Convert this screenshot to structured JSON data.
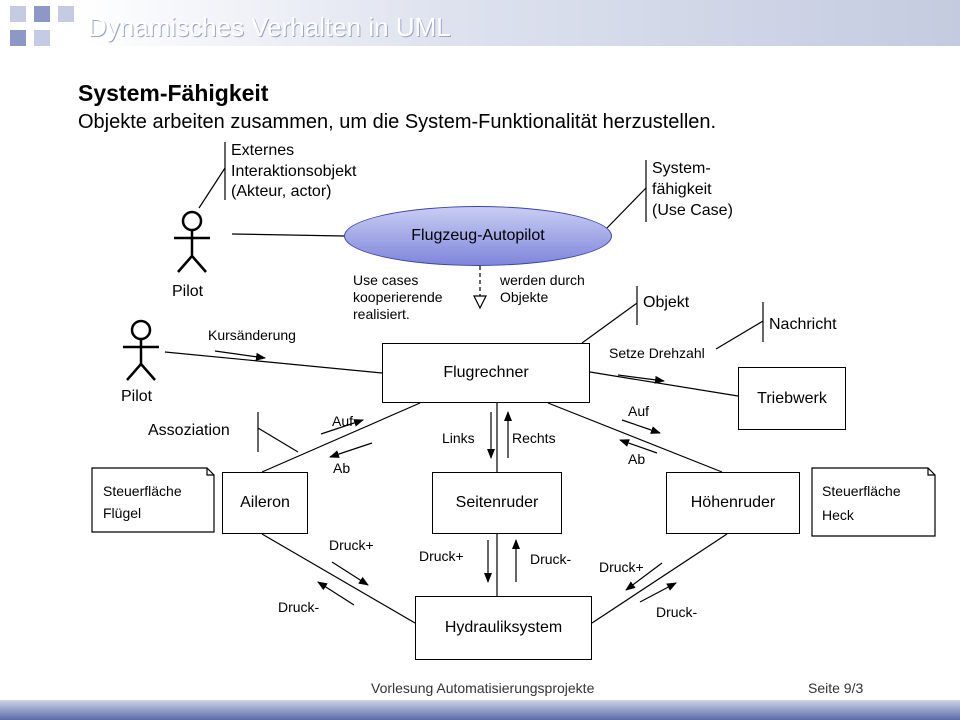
{
  "slide": {
    "title": "Dynamisches Verhalten in UML",
    "heading": "System-Fähigkeit",
    "subtitle": "Objekte arbeiten zusammen, um die System-Funktionalität herzustellen."
  },
  "actor_note": {
    "line1": "Externes",
    "line2": "Interaktionsobjekt",
    "line3": "(Akteur, actor)"
  },
  "usecase_note": {
    "line1": "System-",
    "line2": "fähigkeit",
    "line3": "(Use Case)"
  },
  "usecase": {
    "label": "Flugzeug-Autopilot"
  },
  "actors": {
    "top": "Pilot",
    "bottom": "Pilot"
  },
  "realization_note": {
    "left1": "Use cases",
    "left2": "kooperierende",
    "left3": "realisiert.",
    "right1": "werden durch",
    "right2": "Objekte"
  },
  "labels": {
    "objekt": "Objekt",
    "nachricht": "Nachricht",
    "assoziation": "Assoziation",
    "kursaenderung": "Kursänderung",
    "setze_drehzahl": "Setze Drehzahl"
  },
  "objects": {
    "flugrechner": "Flugrechner",
    "triebwerk": "Triebwerk",
    "aileron": "Aileron",
    "seitenruder": "Seitenruder",
    "hoehenruder": "Höhenruder",
    "hydrauliksystem": "Hydrauliksystem"
  },
  "notes": {
    "fluegel_line1": "Steuerfläche",
    "fluegel_line2": "Flügel",
    "heck_line1": "Steuerfläche",
    "heck_line2": "Heck"
  },
  "messages": {
    "aileron_up": "Auf",
    "aileron_down": "Ab",
    "links": "Links",
    "rechts": "Rechts",
    "hoehen_up": "Auf",
    "hoehen_down": "Ab",
    "aileron_druck_plus": "Druck+",
    "aileron_druck_minus": "Druck-",
    "seiten_druck_plus": "Druck+",
    "seiten_druck_minus": "Druck-",
    "hoehen_druck_plus": "Druck+",
    "hoehen_druck_minus": "Druck-"
  },
  "footer": {
    "course": "Vorlesung Automatisierungsprojekte",
    "page": "Seite 9/3"
  }
}
